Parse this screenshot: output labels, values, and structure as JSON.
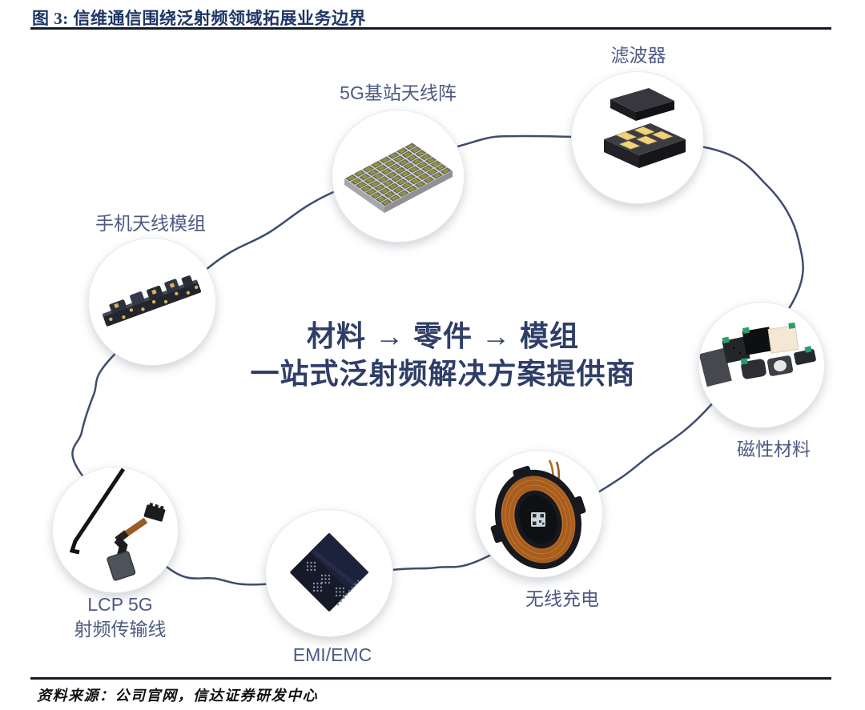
{
  "header": {
    "title": "图 3: 信维通信围绕泛射频领域拓展业务边界"
  },
  "center": {
    "line1": "材料 → 零件 → 模组",
    "line2": "一站式泛射频解决方案提供商"
  },
  "nodes": {
    "antenna_array": {
      "label": "5G基站天线阵",
      "image": "antenna-array-board"
    },
    "filter": {
      "label": "滤波器",
      "image": "rf-filter-components"
    },
    "magnetic": {
      "label": "磁性材料",
      "image": "magnetic-material-sheets"
    },
    "wireless": {
      "label": "无线充电",
      "image": "wireless-charging-coil"
    },
    "emi": {
      "label": "EMI/EMC",
      "image": "emi-shielding-chip"
    },
    "lcp": {
      "label_line1": "LCP 5G",
      "label_line2": "射频传输线",
      "image": "lcp-rf-cable"
    },
    "phone": {
      "label": "手机天线模组",
      "image": "phone-antenna-module"
    }
  },
  "footer": {
    "source": "资料来源：公司官网，信达证券研发中心"
  },
  "colors": {
    "title": "#1E3566",
    "rule": "#141A26",
    "node_label": "#4E5A82",
    "center_text": "#2F3E68",
    "orbit_line": "#3E4C6E",
    "copper_coil": "#A85C1E",
    "gold_pad": "#EED37E",
    "green_tab": "#27A06A",
    "cream_sheet": "#F4E7D3"
  }
}
